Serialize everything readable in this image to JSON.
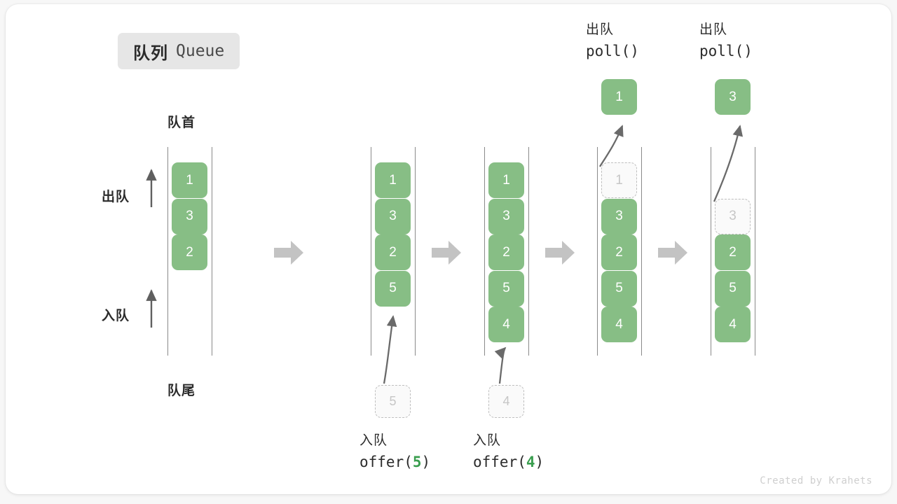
{
  "title": {
    "cn": "队列",
    "en": "Queue"
  },
  "labels": {
    "front": "队首",
    "rear": "队尾",
    "dequeue_side": "出队",
    "enqueue_side": "入队"
  },
  "colors": {
    "element_fill": "#87be85",
    "element_text": "#ffffff",
    "ghost_fill": "#fafafa",
    "ghost_border": "#bfbfbf",
    "ghost_text": "#c6c6c6",
    "rail": "#8a8a8a",
    "step_arrow": "#c3c3c3",
    "accent_arg": "#3a9e4f",
    "badge_bg": "#e6e6e6",
    "card_bg": "#ffffff",
    "page_bg": "#f7f7f7"
  },
  "steps": [
    {
      "name": "initial",
      "cells": [
        {
          "value": "1",
          "state": "filled"
        },
        {
          "value": "3",
          "state": "filled"
        },
        {
          "value": "2",
          "state": "filled"
        }
      ],
      "popped": null,
      "incoming": null,
      "caption": null
    },
    {
      "name": "offer-5",
      "cells": [
        {
          "value": "1",
          "state": "filled"
        },
        {
          "value": "3",
          "state": "filled"
        },
        {
          "value": "2",
          "state": "filled"
        },
        {
          "value": "5",
          "state": "filled"
        }
      ],
      "popped": null,
      "incoming": "5",
      "caption": {
        "cn": "入队",
        "fn": "offer(",
        "arg": "5",
        "close": ")",
        "position": "bottom"
      }
    },
    {
      "name": "offer-4",
      "cells": [
        {
          "value": "1",
          "state": "filled"
        },
        {
          "value": "3",
          "state": "filled"
        },
        {
          "value": "2",
          "state": "filled"
        },
        {
          "value": "5",
          "state": "filled"
        },
        {
          "value": "4",
          "state": "filled"
        }
      ],
      "popped": null,
      "incoming": "4",
      "caption": {
        "cn": "入队",
        "fn": "offer(",
        "arg": "4",
        "close": ")",
        "position": "bottom"
      }
    },
    {
      "name": "poll-1",
      "cells": [
        {
          "value": "1",
          "state": "ghost"
        },
        {
          "value": "3",
          "state": "filled"
        },
        {
          "value": "2",
          "state": "filled"
        },
        {
          "value": "5",
          "state": "filled"
        },
        {
          "value": "4",
          "state": "filled"
        }
      ],
      "popped": "1",
      "incoming": null,
      "caption": {
        "cn": "出队",
        "fn": "poll(",
        "arg": "",
        "close": ")",
        "position": "top"
      }
    },
    {
      "name": "poll-3",
      "cells": [
        {
          "value": "",
          "state": "empty"
        },
        {
          "value": "3",
          "state": "ghost"
        },
        {
          "value": "2",
          "state": "filled"
        },
        {
          "value": "5",
          "state": "filled"
        },
        {
          "value": "4",
          "state": "filled"
        }
      ],
      "popped": "3",
      "incoming": null,
      "caption": {
        "cn": "出队",
        "fn": "poll(",
        "arg": "",
        "close": ")",
        "position": "top"
      }
    }
  ],
  "watermark": "Created by Krahets"
}
